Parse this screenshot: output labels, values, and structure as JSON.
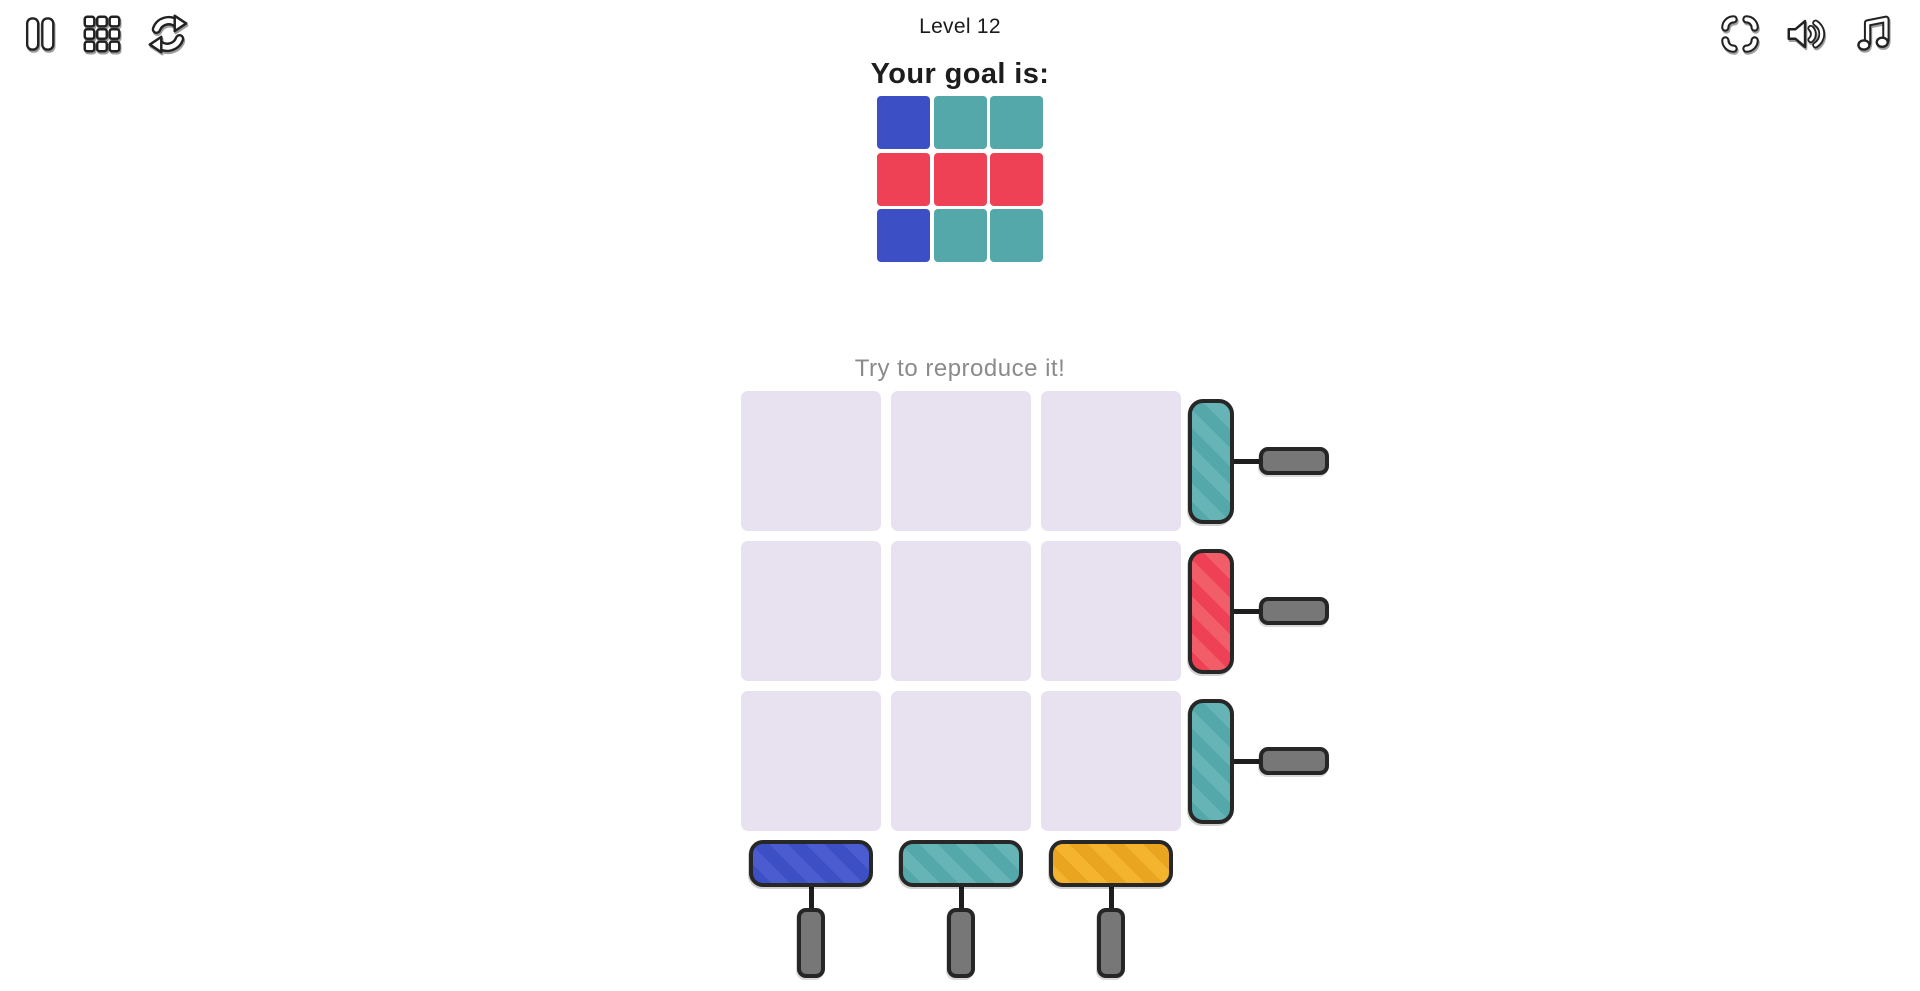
{
  "header": {
    "level_label": "Level 12"
  },
  "toolbar_left": {
    "items": [
      {
        "name": "pause"
      },
      {
        "name": "level-select"
      },
      {
        "name": "restart"
      }
    ]
  },
  "toolbar_right": {
    "items": [
      {
        "name": "fullscreen"
      },
      {
        "name": "sound"
      },
      {
        "name": "music"
      }
    ]
  },
  "goal": {
    "label": "Your goal is:",
    "rows": [
      [
        "blue",
        "teal",
        "teal"
      ],
      [
        "red",
        "red",
        "red"
      ],
      [
        "blue",
        "teal",
        "teal"
      ]
    ]
  },
  "board": {
    "hint": "Try to reproduce it!",
    "rows": 3,
    "cols": 3
  },
  "row_injectors": {
    "colors": [
      "teal",
      "red",
      "teal"
    ]
  },
  "col_injectors": {
    "colors": [
      "blue",
      "teal",
      "yellow"
    ]
  },
  "palette": {
    "blue": "#3D4FC4",
    "blue_stripe": "#4A5CD0",
    "teal": "#54A8AA",
    "teal_stripe": "#66B4B6",
    "red": "#EF4155",
    "red_stripe": "#F25E67",
    "yellow": "#F5B42E",
    "yellow_stripe": "#E9A51F",
    "board_cell": "#E8E2F0",
    "handle": "#777777",
    "outline": "#272727",
    "hint_text": "#8B8B8B",
    "title_text": "#1D1D1D"
  }
}
